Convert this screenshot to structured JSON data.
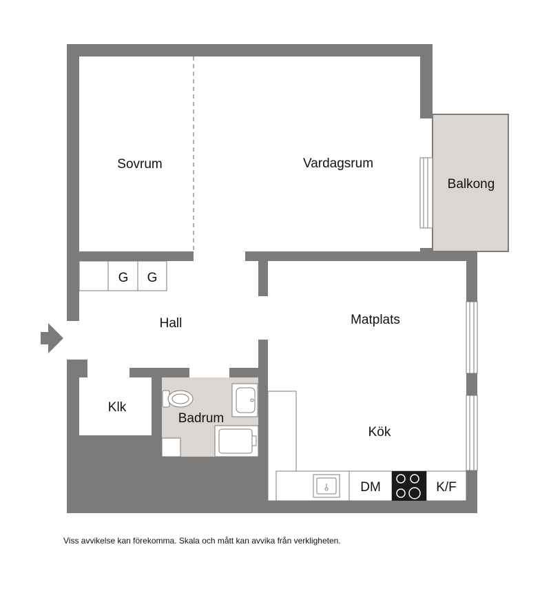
{
  "floorplan": {
    "rooms": {
      "sovrum": "Sovrum",
      "vardagsrum": "Vardagsrum",
      "balkong": "Balkong",
      "hall": "Hall",
      "matplats": "Matplats",
      "klk": "Klk",
      "badrum": "Badrum",
      "kok": "Kök"
    },
    "fixtures": {
      "wardrobe_1": "G",
      "wardrobe_2": "G",
      "dishwasher": "DM",
      "fridge_freezer": "K/F"
    },
    "icons": {
      "entrance": "entrance-arrow-icon",
      "toilet": "toilet-icon",
      "washbasin": "washbasin-icon",
      "bathtub": "bathtub-icon",
      "kitchen_sink": "kitchen-sink-icon",
      "stove": "stove-icon"
    },
    "colors": {
      "wall": "#7b7b7c",
      "balcony_fill": "#dcd6d2",
      "bathroom_fill": "#dcd6d2",
      "floor": "#ffffff"
    }
  },
  "disclaimer": "Viss avvikelse kan förekomma. Skala och mått kan avvika från verkligheten."
}
